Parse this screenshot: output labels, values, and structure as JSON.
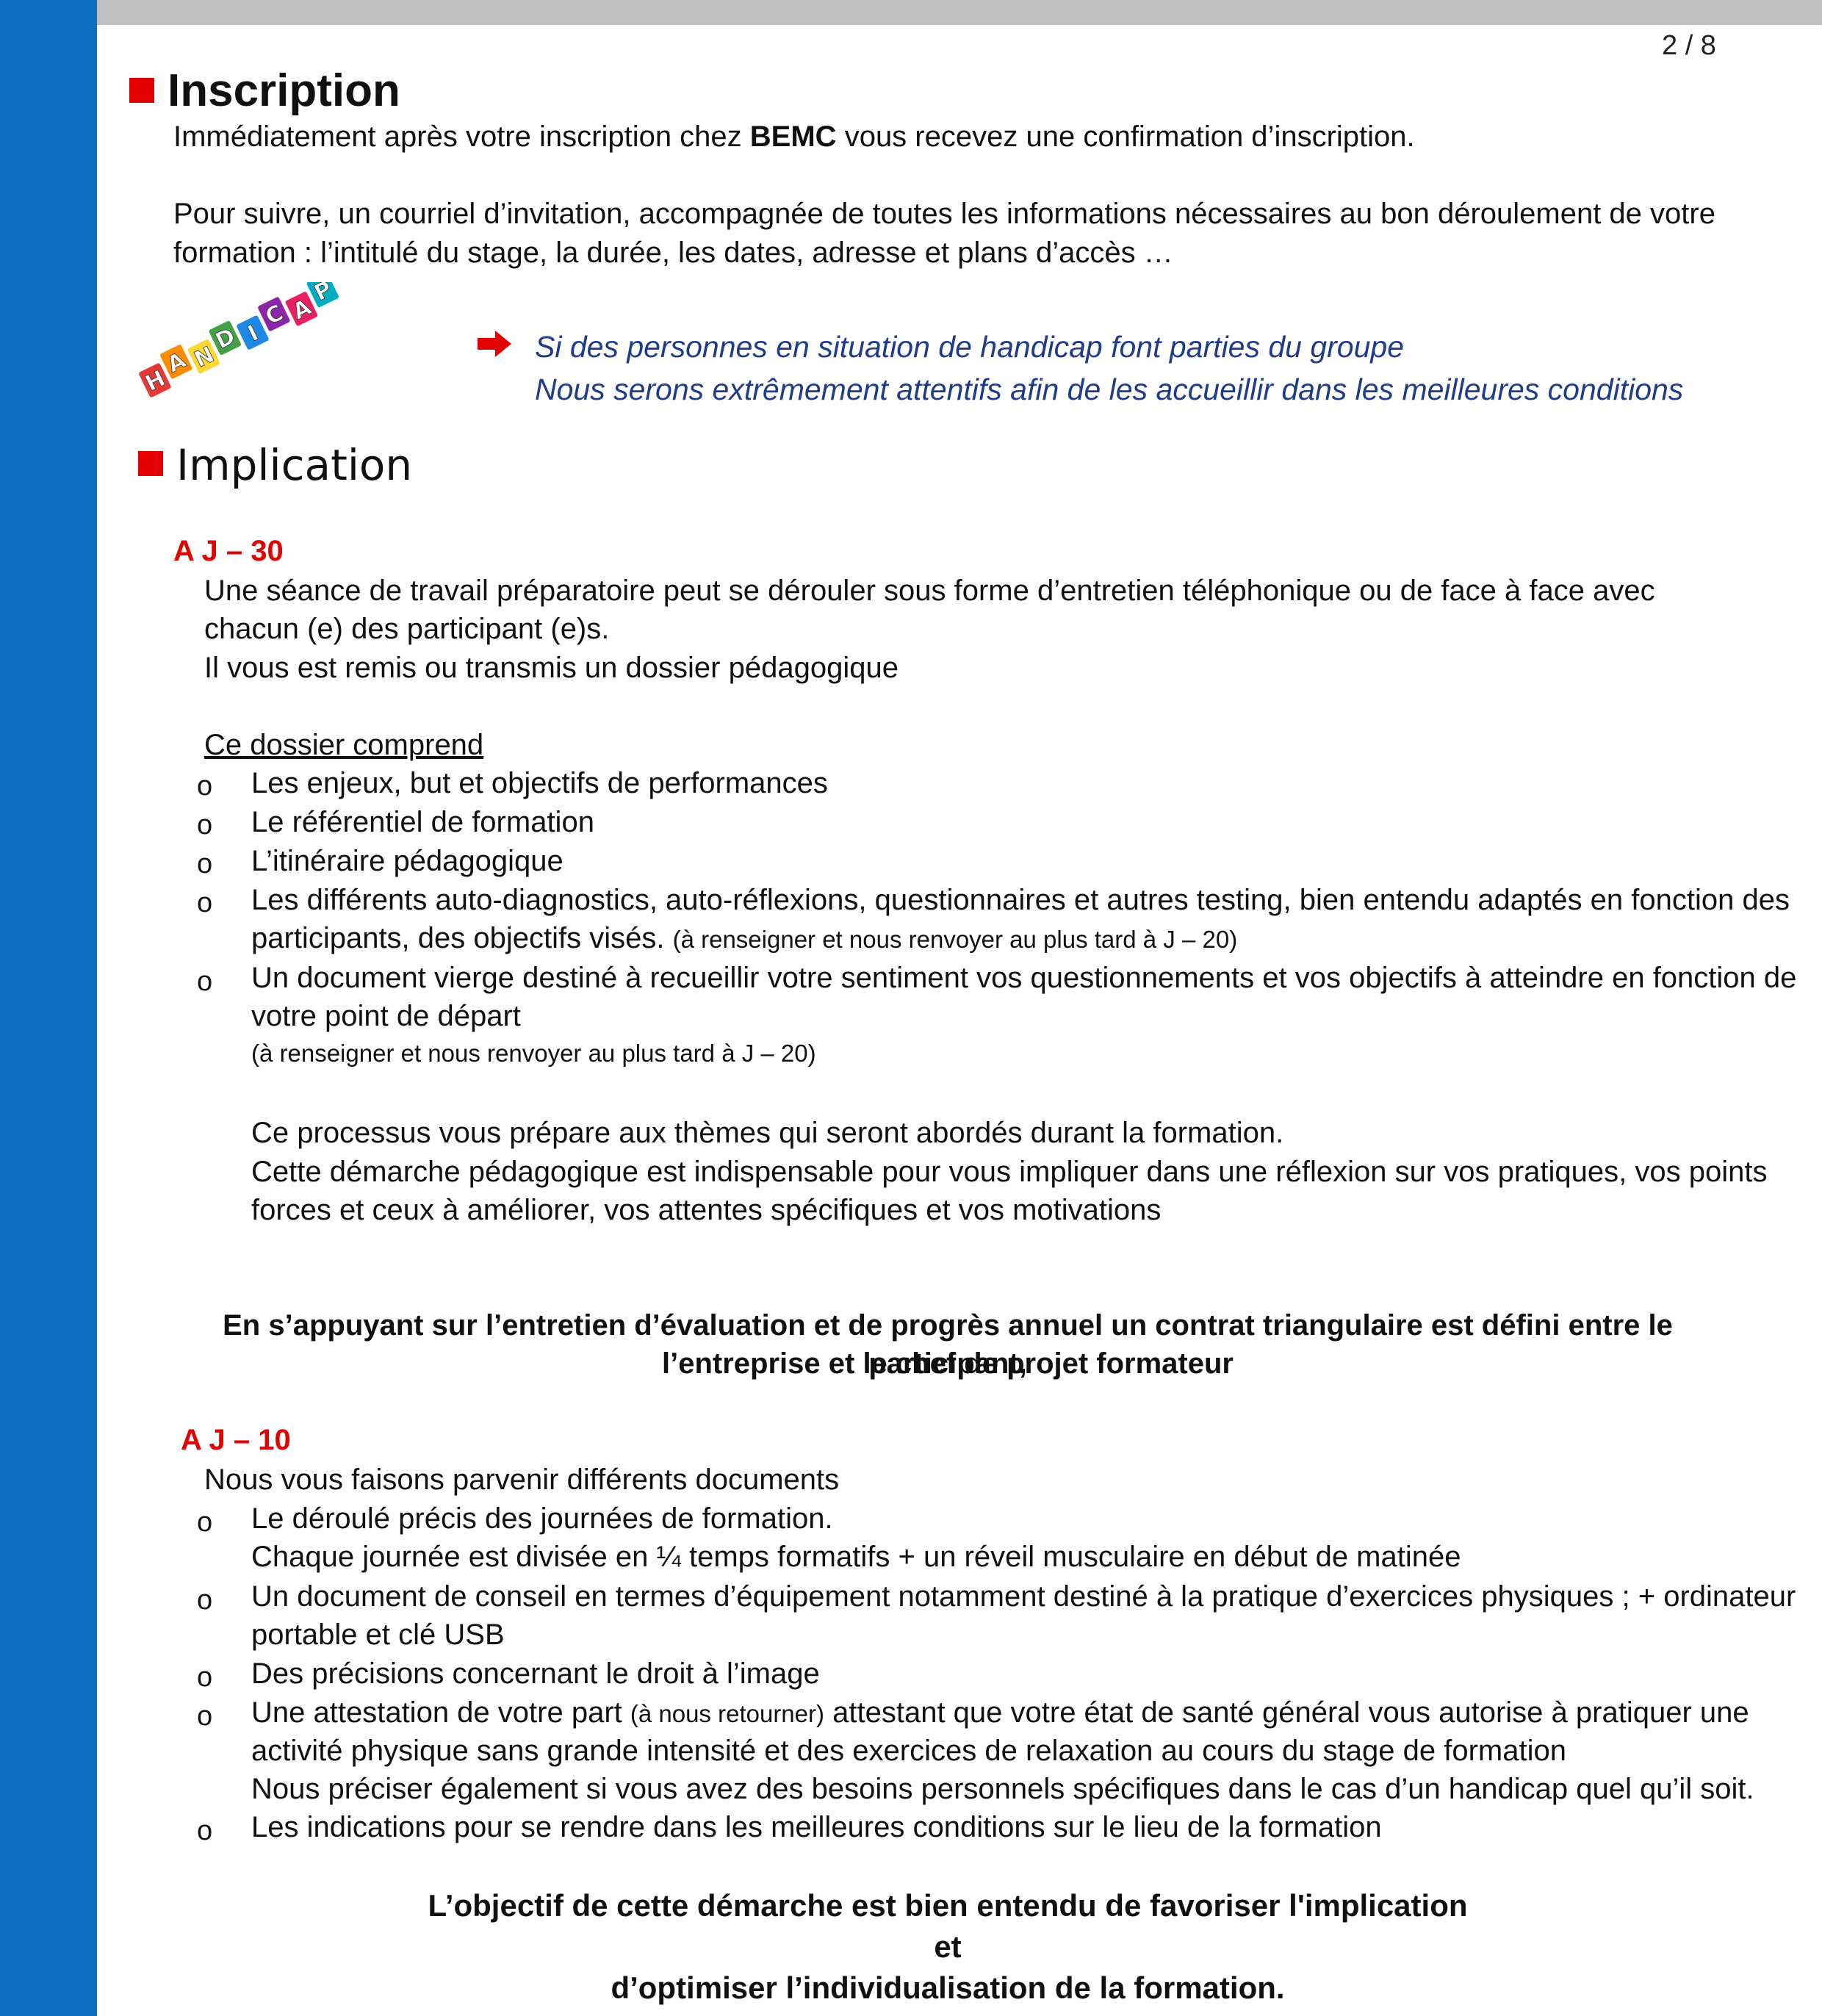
{
  "page": {
    "number": "2 / 8"
  },
  "colors": {
    "side_bar": "#0a6fc3",
    "top_bar": "#c0c0c0",
    "accent_red": "#e30000",
    "italic_blue": "#1f3c8a"
  },
  "inscription": {
    "title": "Inscription",
    "p1_before": "Immédiatement après votre inscription chez ",
    "p1_brand": "BEMC",
    "p1_after": " vous recevez une confirmation d’inscription.",
    "p2_line1": "Pour suivre, un courriel d’invitation, accompagnée de toutes les informations nécessaires au bon déroulement de votre",
    "p2_line2": "formation : l’intitulé du stage, la durée, les dates, adresse et plans d’accès …"
  },
  "handicap": {
    "logo_letters": [
      "H",
      "A",
      "N",
      "D",
      "I",
      "C",
      "A",
      "P"
    ],
    "note_line1": "Si des personnes en situation de handicap font parties du groupe",
    "note_line2": "Nous serons extrêmement attentifs afin de les accueillir dans les meilleures conditions"
  },
  "implication": {
    "title": "Implication",
    "j30": {
      "label": "A J – 30",
      "line1": "Une séance de travail préparatoire peut se dérouler sous forme d’entretien téléphonique ou de face à face avec",
      "line2": "chacun (e) des participant (e)s.",
      "line3": "Il vous est remis ou transmis un dossier pédagogique",
      "dossier_heading": "Ce dossier comprend",
      "bullet_glyph": "o",
      "items": [
        "Les enjeux, but et objectifs de performances",
        "Le référentiel de formation",
        "L’itinéraire pédagogique",
        "Les différents auto-diagnostics, auto-réflexions, questionnaires et autres testing, bien entendu adaptés en fonction des"
      ],
      "item4_cont": "participants, des objectifs visés. ",
      "item4_small": "(à renseigner et nous renvoyer au plus tard à J – 20)",
      "item5_line1": "Un document vierge destiné à recueillir votre sentiment vos questionnements et vos objectifs à atteindre en fonction de",
      "item5_line2": "votre point de départ",
      "item5_small": "(à renseigner et nous renvoyer au plus tard à J – 20)",
      "process_line1": "Ce processus vous prépare aux thèmes qui seront abordés durant la formation.",
      "process_line2": "Cette démarche pédagogique est indispensable pour vous impliquer dans une réflexion sur vos pratiques, vos points",
      "process_line3": "forces et ceux à améliorer, vos attentes spécifiques et vos motivations"
    },
    "contract_line1": "En s’appuyant sur l’entretien d’évaluation et de progrès annuel un contrat triangulaire est défini entre le participant,",
    "contract_line2": "l’entreprise et le chef de projet formateur",
    "j10": {
      "label": "A J – 10",
      "intro": "Nous vous faisons parvenir différents documents",
      "item1_line1": "Le déroulé précis des journées de formation.",
      "item1_line2": "Chaque journée est divisée en ¼ temps formatifs + un réveil musculaire en début de matinée",
      "item2_line1": "Un document de conseil en termes d’équipement notamment destiné à la pratique d’exercices physiques ; + ordinateur",
      "item2_line2": "portable et clé USB",
      "item3": "Des précisions concernant le droit à l’image",
      "item4_before": " Une attestation de votre part ",
      "item4_small": "(à nous retourner)",
      "item4_after": " attestant que votre état de santé général vous autorise à pratiquer une",
      "item4_line2": "activité physique sans grande intensité et des exercices de relaxation au cours du stage de formation",
      "item4_line3": "Nous préciser également si vous avez des besoins personnels spécifiques dans le cas d’un handicap quel qu’il soit.",
      "item5": "Les indications pour se rendre dans les meilleures conditions sur le lieu de la formation"
    },
    "objective_line1": "L’objectif de cette démarche est bien entendu de favoriser l'implication",
    "objective_line2": "et",
    "objective_line3": "d’optimiser l’individualisation de la formation."
  }
}
